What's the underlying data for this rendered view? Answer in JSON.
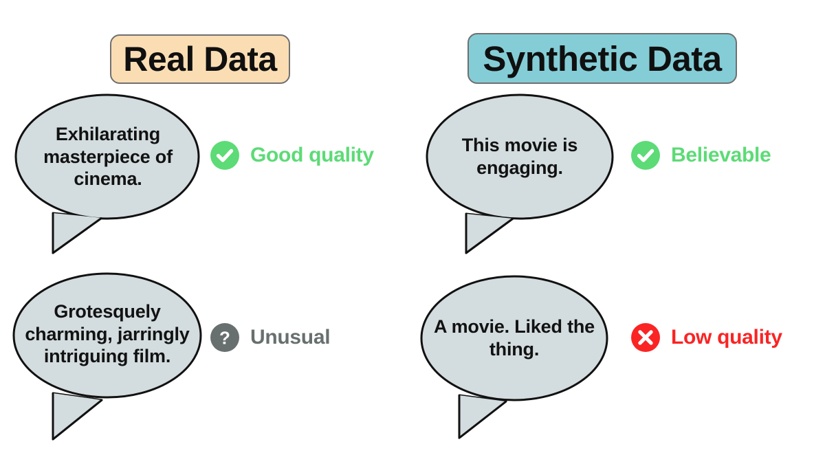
{
  "page": {
    "background": "#ffffff",
    "bubble_fill": "#D3DCDE",
    "bubble_stroke": "#111111"
  },
  "columns": [
    {
      "id": "real",
      "title": "Real Data",
      "chip_color": "#FBDDB4"
    },
    {
      "id": "synthetic",
      "title": "Synthetic Data",
      "chip_color": "#84CDD6"
    }
  ],
  "examples": [
    {
      "column": "real",
      "row": "top",
      "quote": "Exhilarating masterpiece of cinema.",
      "verdict": {
        "label": "Good quality",
        "icon": "check-circle-icon",
        "color": "#5CDB76"
      }
    },
    {
      "column": "real",
      "row": "bottom",
      "quote": "Grotesquely charming, jarringly intriguing film.",
      "verdict": {
        "label": "Unusual",
        "icon": "question-circle-icon",
        "color": "#68706F"
      }
    },
    {
      "column": "synthetic",
      "row": "top",
      "quote": "This movie is engaging.",
      "verdict": {
        "label": "Believable",
        "icon": "check-circle-icon",
        "color": "#5CDB76"
      }
    },
    {
      "column": "synthetic",
      "row": "bottom",
      "quote": "A movie. Liked the thing.",
      "verdict": {
        "label": "Low quality",
        "icon": "x-circle-icon",
        "color": "#FA2424"
      }
    }
  ]
}
